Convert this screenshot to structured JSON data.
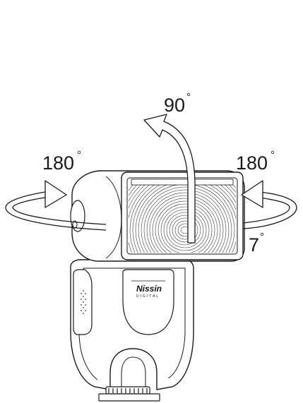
{
  "labels": {
    "tilt_up": "90",
    "rotate_left": "180",
    "rotate_right": "180",
    "tilt_down": "7",
    "degree_symbol": "°"
  },
  "flash": {
    "brand": "Nissin",
    "brand_sub": "DIGITAL"
  },
  "colors": {
    "line": "#1a1a1a",
    "background": "#ffffff"
  }
}
